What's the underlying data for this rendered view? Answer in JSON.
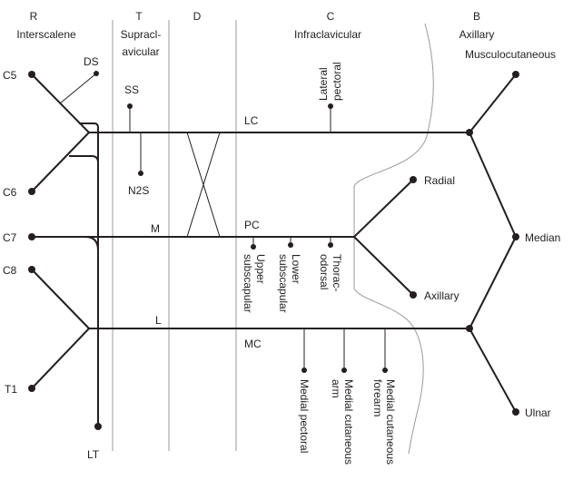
{
  "regions": {
    "roots": {
      "letter": "R",
      "name": "Interscalene"
    },
    "trunks": {
      "letter": "T",
      "name_line1": "Supracl-",
      "name_line2": "avicular"
    },
    "divisions": {
      "letter": "D"
    },
    "cords": {
      "letter": "C",
      "name": "Infraclavicular"
    },
    "branches": {
      "letter": "B",
      "name": "Axillary"
    }
  },
  "roots": [
    "C5",
    "C6",
    "C7",
    "C8",
    "T1"
  ],
  "trunks": {
    "middle": "M",
    "lower": "L"
  },
  "cords": {
    "lateral": "LC",
    "posterior": "PC",
    "medial": "MC"
  },
  "root_nerves": {
    "dorsal_scapular": "DS",
    "long_thoracic": "LT"
  },
  "trunk_nerves": {
    "suprascapular": "SS",
    "subclavius": "N2S"
  },
  "lateral_cord_nerves": {
    "lateral_pectoral_line1": "Lateral",
    "lateral_pectoral_line2": "pectoral"
  },
  "posterior_cord_nerves": {
    "upper_subscapular_line1": "Upper",
    "upper_subscapular_line2": "subscapular",
    "lower_subscapular_line1": "Lower",
    "lower_subscapular_line2": "subscapular",
    "thoracodorsal_line1": "Thorac-",
    "thoracodorsal_line2": "odorsal"
  },
  "medial_cord_nerves": {
    "medial_pectoral": "Medial pectoral",
    "mcn_arm_line1": "Medial cutaneous",
    "mcn_arm_line2": "arm",
    "mcn_forearm_line1": "Medial cutaneous",
    "mcn_forearm_line2": "forearm"
  },
  "terminal_branches": {
    "musculocutaneous": "Musculocutaneous",
    "radial": "Radial",
    "median": "Median",
    "axillary": "Axillary",
    "ulnar": "Ulnar"
  }
}
